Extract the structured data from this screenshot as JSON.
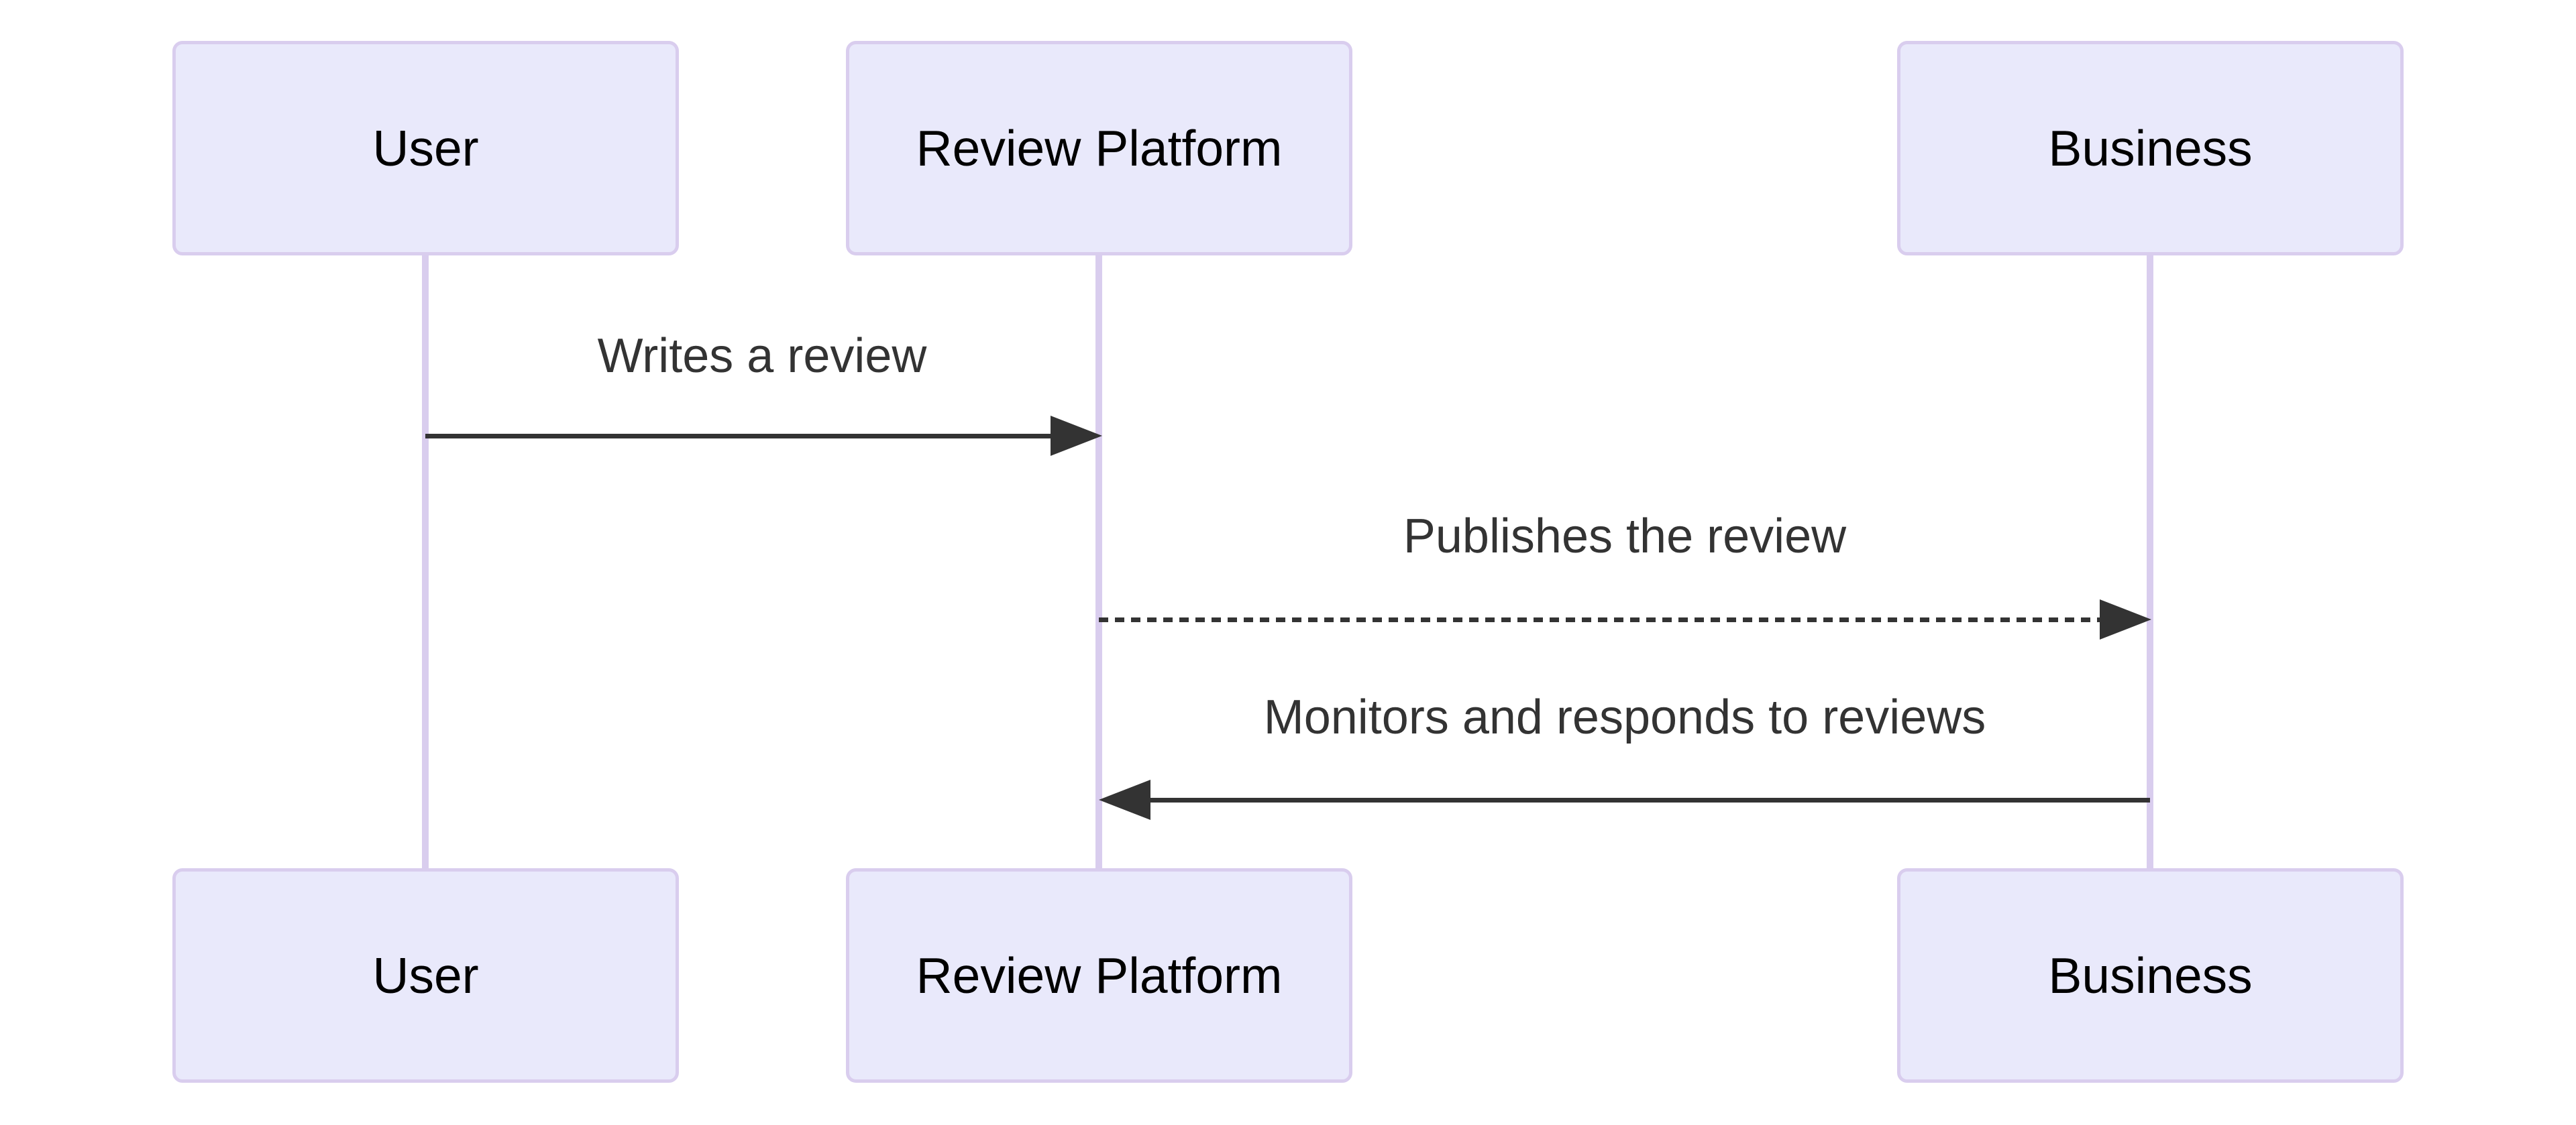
{
  "diagram": {
    "type": "sequence-diagram",
    "background": "#ffffff",
    "actors": [
      {
        "id": "user",
        "label": "User"
      },
      {
        "id": "review-platform",
        "label": "Review Platform"
      },
      {
        "id": "business",
        "label": "Business"
      }
    ],
    "messages": [
      {
        "from": "User",
        "to": "Review Platform",
        "label": "Writes a review",
        "line_style": "solid",
        "direction": "right"
      },
      {
        "from": "Review Platform",
        "to": "Business",
        "label": "Publishes the review",
        "line_style": "dashed",
        "direction": "right"
      },
      {
        "from": "Business",
        "to": "Review Platform",
        "label": "Monitors and responds to reviews",
        "line_style": "solid",
        "direction": "left"
      }
    ],
    "colors": {
      "background": "#ffffff",
      "actor_fill": "#e9e9fb",
      "actor_border": "#d9cdee",
      "lifeline": "#d9cdee",
      "actor_text": "#000000",
      "message_text": "#333333",
      "arrow": "#333333"
    }
  }
}
